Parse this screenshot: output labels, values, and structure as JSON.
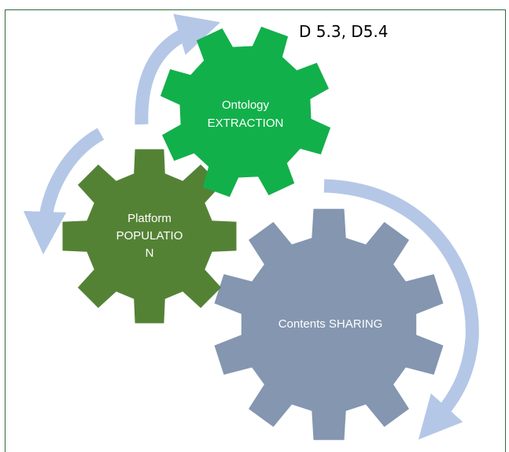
{
  "caption": "D 5.3, D5.4",
  "gears": {
    "ontology": {
      "line1": "Ontology",
      "line2": "EXTRACTION",
      "color": "#12b04a"
    },
    "platform": {
      "line1": "Platform",
      "line2": "POPULATIO",
      "line3": "N",
      "color": "#548235"
    },
    "contents": {
      "line1": "Contents SHARING",
      "color": "#8496b0"
    }
  },
  "arrow_color": "#b4c7e7",
  "border_color": "#2e6a3a"
}
